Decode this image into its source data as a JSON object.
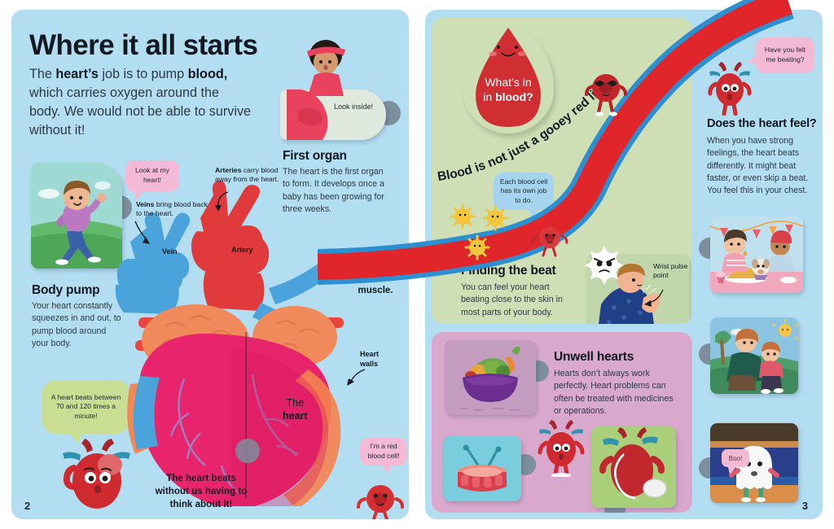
{
  "spread": {
    "left_page_number": "2",
    "right_page_number": "3",
    "bg_color": "#b3ddf0"
  },
  "left_page": {
    "title": "Where it all starts",
    "intro": {
      "part1": "The ",
      "bold1": "heart’s",
      "part2": " job is to pump ",
      "bold2": "blood,",
      "part3": " which carries oxygen around the body. We would not be able to survive without it!"
    },
    "sections": [
      {
        "heading": "Body pump",
        "body": "Your heart constantly squeezes in and out, to pump blood around your body."
      },
      {
        "heading": "First organ",
        "body": "The heart is the first organ to form. It develops once a baby has been growing for three weeks."
      }
    ],
    "bubbles": {
      "look_at_my_heart": "Look at my heart!",
      "look_inside": "Look inside!",
      "heart_beats_rate": "A heart beats between 70 and 120 times a minute!",
      "red_blood_cell": "I’m a red blood cell!"
    },
    "labels": {
      "arteries": {
        "bold": "Arteries",
        "rest": " carry blood away from the heart."
      },
      "veins": {
        "bold": "Veins",
        "rest": " bring blood back to the heart."
      },
      "vein": "Vein",
      "artery": "Artery",
      "heart_walls": "Heart walls",
      "the_heart": "The heart"
    },
    "blurbs": {
      "ball_of_muscle": "The heart is a ball of muscle.",
      "beats_without_thinking": "The heart beats without us having to think about it!"
    },
    "illustrations": {
      "running_boy": "running-boy-illustration",
      "pregnant_woman": "pregnant-woman-illustration",
      "heart_character": "heart-character-illustration",
      "red_blood_cell_character": "red-blood-cell-character",
      "heart_diagram": "anatomical-heart-diagram"
    }
  },
  "right_page": {
    "blood_panel": {
      "drop_title_part1": "What’s in ",
      "drop_title_bold": "blood?",
      "curved_text": "Blood is not just a gooey red liquid!",
      "bubble_each_cell": "Each blood cell has its own job to do.",
      "heading": "Finding the beat",
      "body": "You can feel your heart beating close to the skin in most parts of your body.",
      "wrist_caption": "Wrist pulse point",
      "bg_color": "#cedfb6"
    },
    "unwell_panel": {
      "heading": "Unwell hearts",
      "body": "Hearts don’t always work perfectly. Heart problems can often be treated with medicines or operations.",
      "bg_color": "#d9a8cd",
      "cards": [
        {
          "name": "vegetable-bowl-card",
          "bg": "#c49cc0"
        },
        {
          "name": "drum-card",
          "bg": "#79cddd"
        },
        {
          "name": "heart-pacemaker-card",
          "bg": "#aacf7a"
        }
      ]
    },
    "feelings_panel": {
      "heading": "Does the heart feel?",
      "body": "When you have strong feelings, the heart beats differently. It might beat faster, or even skip a beat. You feel this in your chest.",
      "bubble": "Have you felt me beating?",
      "cards": [
        {
          "name": "birthday-party-card"
        },
        {
          "name": "comforting-parent-card"
        },
        {
          "name": "ghost-boo-card",
          "bubble": "Boo!"
        }
      ]
    }
  },
  "colors": {
    "page_blue": "#b3ddf0",
    "green_panel": "#cedfb6",
    "pink_panel": "#d9a8cd",
    "artery_red": "#e03a3c",
    "vein_blue": "#3d9fd6",
    "heart_pink": "#e8246c",
    "heart_orange": "#f08a5a",
    "bubble_pink": "#f4b9d4",
    "bubble_blue": "#a6d4ef",
    "bubble_green": "#c9de93",
    "tab_grey": "#7d8e9c"
  }
}
